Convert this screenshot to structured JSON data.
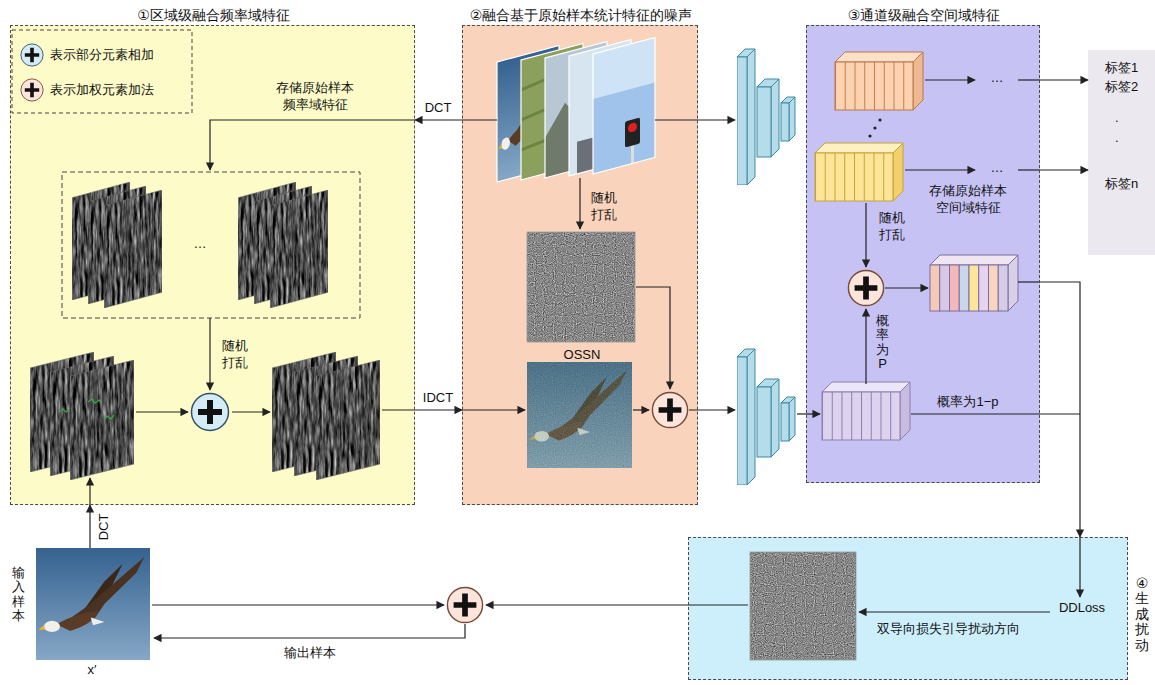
{
  "diagram": {
    "nodes": [
      {
        "text": [
          "①区域级融合频率域特征"
        ]
      },
      {
        "text": [
          "②融合基于原始样本统计特征的噪声"
        ]
      },
      {
        "text": [
          "OSSN"
        ],
        "in": 1
      },
      {
        "text": [
          "③通道级融合空间域特征"
        ]
      },
      {
        "text": [
          "标签1",
          "标签2",
          ".",
          ".",
          "标签n"
        ]
      },
      {
        "text": [
          "④生成扰动"
        ]
      },
      {
        "text": [
          "输入样本",
          "x′"
        ]
      }
    ],
    "edges": [
      {
        "from": 6,
        "to": 0,
        "arrow": "to",
        "label": "DCT"
      },
      {
        "from": 1,
        "to": 0,
        "arrow": "to",
        "label": "DCT"
      },
      {
        "from": 0,
        "to": 1,
        "arrow": "to",
        "label": "IDCT"
      },
      {
        "from": 3,
        "to": 4,
        "arrow": "to"
      },
      {
        "from": 3,
        "to": 4,
        "arrow": "to"
      },
      {
        "from": 3,
        "to": 5,
        "arrow": "to"
      }
    ],
    "labels": [
      "存储原始样本 频率域特征",
      "随机 打乱",
      "随机 打乱",
      "存储原始样本 空间域特征",
      "随机 打乱",
      "概率为P",
      "概率为1−p",
      "DDLoss",
      "双导向损失引导扰动方向",
      "输出样本",
      "…",
      "…",
      "…"
    ],
    "legend": [
      {
        "text": "表示部分元素相加"
      },
      {
        "text": "表示加权元素加法"
      }
    ]
  }
}
